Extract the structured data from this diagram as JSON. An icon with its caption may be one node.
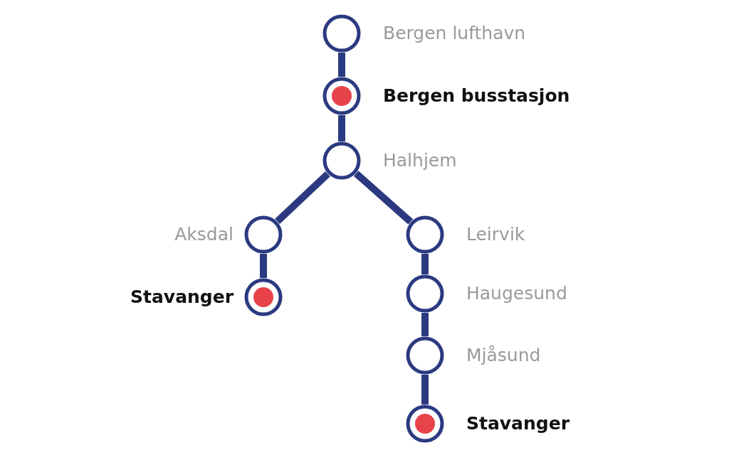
{
  "diagram": {
    "nodes": [
      {
        "text": [],
        "shape": "circle",
        "beside": [
          "Bergen lufthavn"
        ]
      },
      {
        "text": [],
        "shape": "circle",
        "beside": [
          "Bergen busstasjon"
        ]
      },
      {
        "text": [],
        "shape": "circle",
        "in": 1
      },
      {
        "text": [],
        "shape": "circle",
        "beside": [
          "Halhjem"
        ]
      },
      {
        "text": [],
        "shape": "circle",
        "beside": [
          "Aksdal"
        ]
      },
      {
        "text": [],
        "shape": "circle",
        "beside": [
          "Stavanger"
        ]
      },
      {
        "text": [],
        "shape": "circle",
        "in": 5
      },
      {
        "text": [],
        "shape": "circle",
        "beside": [
          "Leirvik"
        ]
      },
      {
        "text": [],
        "shape": "circle",
        "beside": [
          "Haugesund"
        ]
      },
      {
        "text": [],
        "shape": "circle",
        "beside": [
          "Mjåsund"
        ]
      },
      {
        "text": [],
        "shape": "circle",
        "beside": [
          "Stavanger"
        ]
      },
      {
        "text": [],
        "shape": "circle",
        "in": 10
      }
    ],
    "edges": [
      {
        "from": 0,
        "to": 1,
        "arrow": "none"
      },
      {
        "from": 1,
        "to": 3,
        "arrow": "none"
      },
      {
        "from": 3,
        "to": 4,
        "arrow": "none"
      },
      {
        "from": 4,
        "to": 5,
        "arrow": "none"
      },
      {
        "from": 3,
        "to": 7,
        "arrow": "none"
      },
      {
        "from": 7,
        "to": 8,
        "arrow": "none"
      },
      {
        "from": 8,
        "to": 9,
        "arrow": "none"
      },
      {
        "from": 9,
        "to": 10,
        "arrow": "none"
      }
    ]
  }
}
